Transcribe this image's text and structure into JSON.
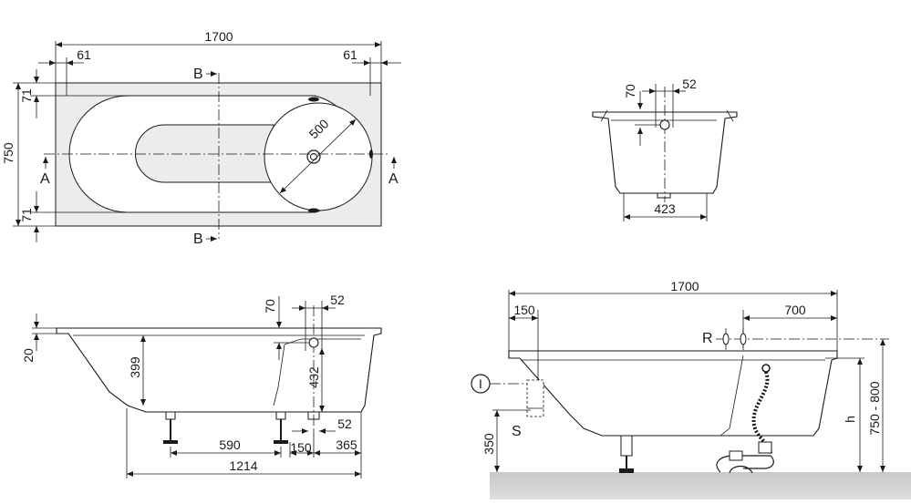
{
  "top_view": {
    "length": "1700",
    "left_offset": "61",
    "right_offset": "61",
    "width": "750",
    "top_margin": "71",
    "bottom_margin": "71",
    "bowl_diameter": "500",
    "section_b_top": "B",
    "section_b_bottom": "B",
    "section_a_left": "A",
    "section_a_right": "A"
  },
  "cross_section": {
    "drain_from_rim": "70",
    "drain_offset": "52",
    "bottom_width": "423"
  },
  "side_section": {
    "rim_height": "20",
    "inner_depth": "399",
    "drain_from_rim": "70",
    "drain_offset": "52",
    "drain_depth": "432",
    "outlet_offset": "52",
    "foot_spacing": "590",
    "foot_gap": "150",
    "foot_to_end": "365",
    "total_base": "1214"
  },
  "install_view": {
    "length": "1700",
    "inlet_offset": "150",
    "overflow_offset": "700",
    "label_r": "R",
    "label_i": "I",
    "label_s": "S",
    "floor_height": "350",
    "height_label": "h",
    "install_height": "750 - 800"
  }
}
